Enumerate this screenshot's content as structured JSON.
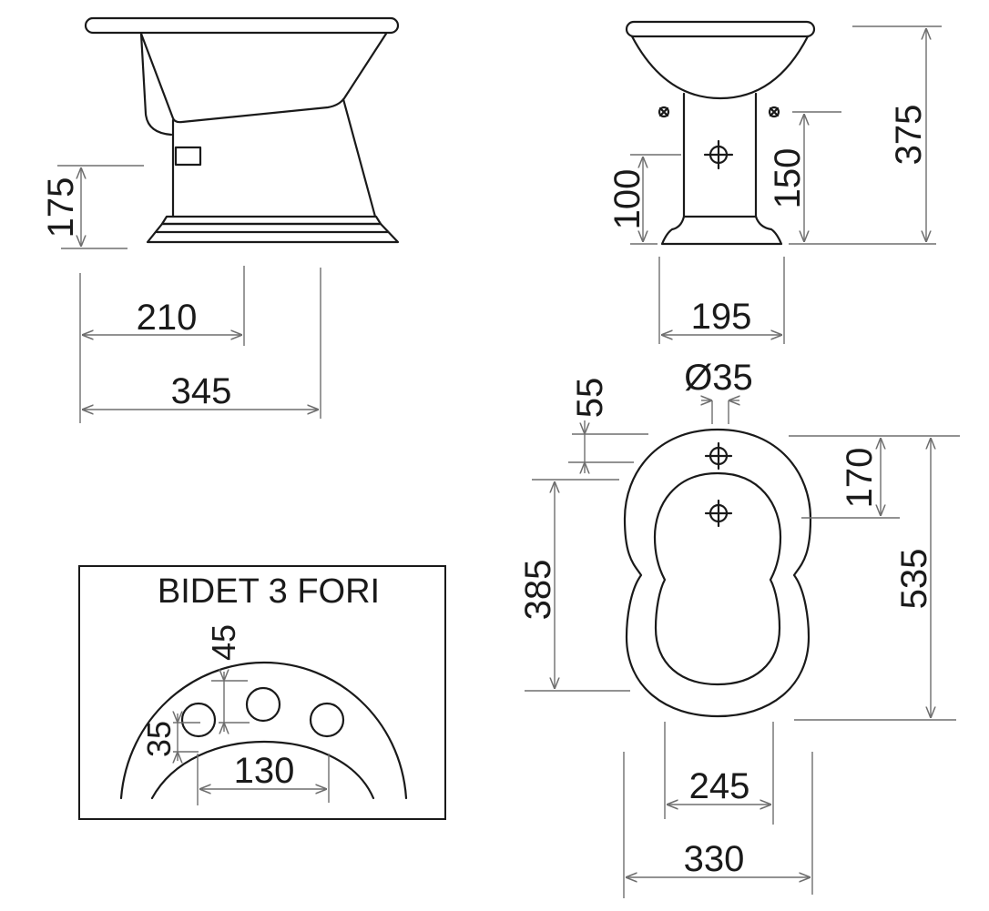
{
  "drawing": {
    "subject": "bidet technical drawing",
    "views": {
      "side_view": {
        "dimensions": {
          "drain_height": "175",
          "depth_to_drain": "210",
          "overall_depth": "345"
        }
      },
      "front_view": {
        "dimensions": {
          "overall_height": "375",
          "inlet_height": "150",
          "drain_height": "100",
          "base_width": "195"
        }
      },
      "top_view": {
        "dimensions": {
          "tap_hole_diameter": "Ø35",
          "tap_hole_offset": "55",
          "inner_to_drain": "170",
          "inner_length": "385",
          "overall_length": "535",
          "inner_width": "245",
          "overall_width": "330"
        }
      },
      "detail_3_holes": {
        "title": "BIDET 3 FORI",
        "dimensions": {
          "hole_offset": "45",
          "hole_diameter": "35",
          "hole_spacing": "130"
        }
      }
    }
  }
}
